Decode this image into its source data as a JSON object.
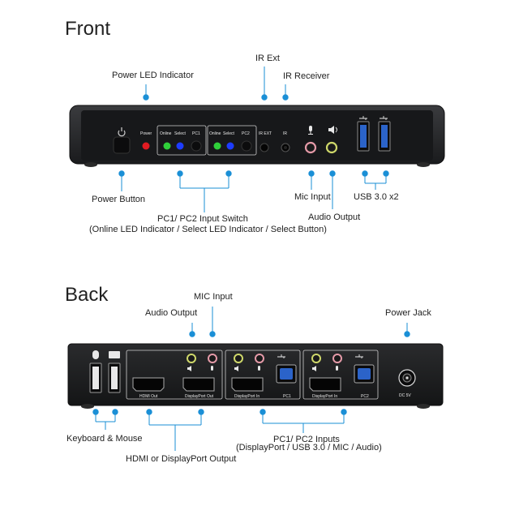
{
  "front": {
    "title": "Front",
    "labels": {
      "power_led": "Power LED Indicator",
      "ir_ext": "IR Ext",
      "ir_receiver": "IR Receiver",
      "power_button": "Power Button",
      "mic_input": "Mic Input",
      "usb": "USB 3.0 x2",
      "audio_output": "Audio Output",
      "switch_line1": "PC1/ PC2 Input Switch",
      "switch_line2": "(Online LED Indicator / Select LED Indicator / Select Button)"
    },
    "panel": {
      "power": "Power",
      "online1": "Online",
      "select1": "Select",
      "pc1": "PC1",
      "online2": "Online",
      "select2": "Select",
      "pc2": "PC2",
      "ir_ext": "IR EXT",
      "ir": "IR"
    }
  },
  "back": {
    "title": "Back",
    "labels": {
      "mic_input": "MIC Input",
      "audio_output": "Audio Output",
      "power_jack": "Power Jack",
      "keyboard_mouse": "Keyboard & Mouse",
      "hdmi_dp": "HDMI or DisplayPort Output",
      "inputs_line1": "PC1/ PC2 Inputs",
      "inputs_line2": "(DisplayPort / USB 3.0 / MIC / Audio)"
    },
    "panel": {
      "hdmi_out": "HDMI Out",
      "dp_out": "DisplayPort Out",
      "dp_in1": "DisplayPort In",
      "pc1": "PC1",
      "dp_in2": "DisplayPort In",
      "pc2": "PC2",
      "dc": "DC 5V"
    }
  },
  "colors": {
    "callout": "#1a8fd6",
    "device": "#1b1c1e",
    "led_red": "#e11b22",
    "led_green": "#2fd03a",
    "led_blue": "#1d3cff",
    "usb_blue": "#2b63c9",
    "mic_pink": "#e59aa8",
    "audio_green": "#cfd86a"
  }
}
